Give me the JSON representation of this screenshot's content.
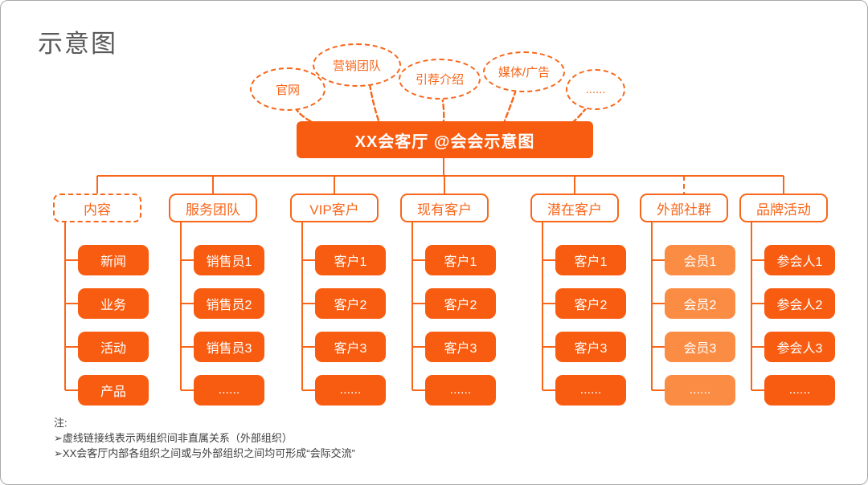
{
  "page": {
    "title": "示意图"
  },
  "colors": {
    "primary_orange": "#f85c10",
    "light_orange": "#fb8c44",
    "outline_orange": "#f8661a",
    "title_gray": "#595959",
    "note_text": "#3f3f3f"
  },
  "bubbles": [
    "官网",
    "营销团队",
    "引荐介绍",
    "媒体/广告",
    "......"
  ],
  "root": {
    "label": "XX会客厅 @会会示意图"
  },
  "tree": {
    "columns": [
      {
        "header": "内容",
        "header_style": "dashed",
        "connector": "solid",
        "items": [
          "新闻",
          "业务",
          "活动",
          "产品"
        ]
      },
      {
        "header": "服务团队",
        "header_style": "solid",
        "connector": "solid",
        "items": [
          "销售员1",
          "销售员2",
          "销售员3",
          "......"
        ]
      },
      {
        "header": "VIP客户",
        "header_style": "solid",
        "connector": "solid",
        "items": [
          "客户1",
          "客户2",
          "客户3",
          "......"
        ]
      },
      {
        "header": "现有客户",
        "header_style": "solid",
        "connector": "solid",
        "items": [
          "客户1",
          "客户2",
          "客户3",
          "......"
        ]
      },
      {
        "header": "潜在客户",
        "header_style": "solid",
        "connector": "solid",
        "items": [
          "客户1",
          "客户2",
          "客户3",
          "......"
        ]
      },
      {
        "header": "外部社群",
        "header_style": "solid",
        "connector": "dashed",
        "items": [
          "会员1",
          "会员2",
          "会员3",
          "......"
        ],
        "item_color": "light"
      },
      {
        "header": "品牌活动",
        "header_style": "solid",
        "connector": "solid",
        "items": [
          "参会人1",
          "参会人2",
          "参会人3",
          "......"
        ]
      }
    ]
  },
  "note": {
    "label": "注:",
    "lines": [
      "➢虚线链接线表示两组织间非直属关系（外部组织）",
      "➢XX会客厅内部各组织之间或与外部组织之间均可形成“会际交流”"
    ]
  }
}
